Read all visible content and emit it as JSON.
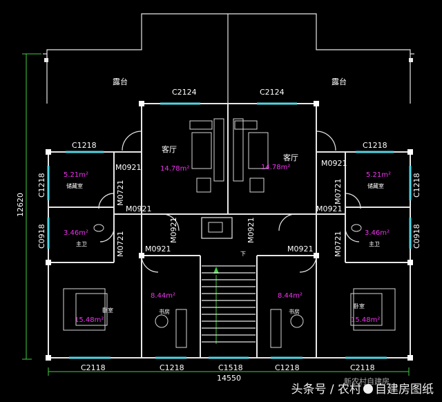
{
  "plan": {
    "overall_height": "12620",
    "overall_width": "14550",
    "rooms": {
      "terrace_left": "露台",
      "terrace_right": "露台",
      "living_left": "客厅",
      "living_right": "客厅",
      "living_left_area": "14.78m²",
      "living_right_area": "14.78m²",
      "storage_left": "储藏室",
      "storage_right": "储藏室",
      "storage_left_area": "5.21m²",
      "storage_right_area": "5.21m²",
      "bath_left": "主卫",
      "bath_right": "主卫",
      "bath_left_area": "3.46m²",
      "bath_right_area": "3.46m²",
      "bed_left": "卧室",
      "bed_right": "卧室",
      "bed_left_area": "15.48m²",
      "bed_right_area": "15.48m²",
      "study_left": "书房",
      "study_right": "书房",
      "study_left_area": "8.44m²",
      "study_right_area": "8.44m²",
      "stair_down": "下"
    },
    "windows": {
      "c2124_left": "C2124",
      "c2124_right": "C2124",
      "c1218_top_left": "C1218",
      "c1218_top_right": "C1218",
      "c1218_side_left": "C1218",
      "c1218_side_right": "C1218",
      "c0918_left": "C0918",
      "c0918_right": "C0918",
      "c2118_bottom_left": "C2118",
      "c2118_bottom_right": "C2118",
      "c1218_bottom_left": "C1218",
      "c1218_bottom_right": "C1218",
      "c1518_bottom": "C1518"
    },
    "doors": {
      "m0921_a": "M0921",
      "m0921_b": "M0921",
      "m0921_c": "M0921",
      "m0921_d": "M0921",
      "m0921_e": "M0921",
      "m0921_f": "M0921",
      "m0921_g": "M0921",
      "m0921_h": "M0921",
      "m0721_a": "M0721",
      "m0721_b": "M0721",
      "m0721_c": "M0721",
      "m0721_d": "M0721"
    }
  },
  "watermark": {
    "left": "头条号 / 农村",
    "right": "自建房图纸",
    "overlay": "新农村自建房"
  }
}
